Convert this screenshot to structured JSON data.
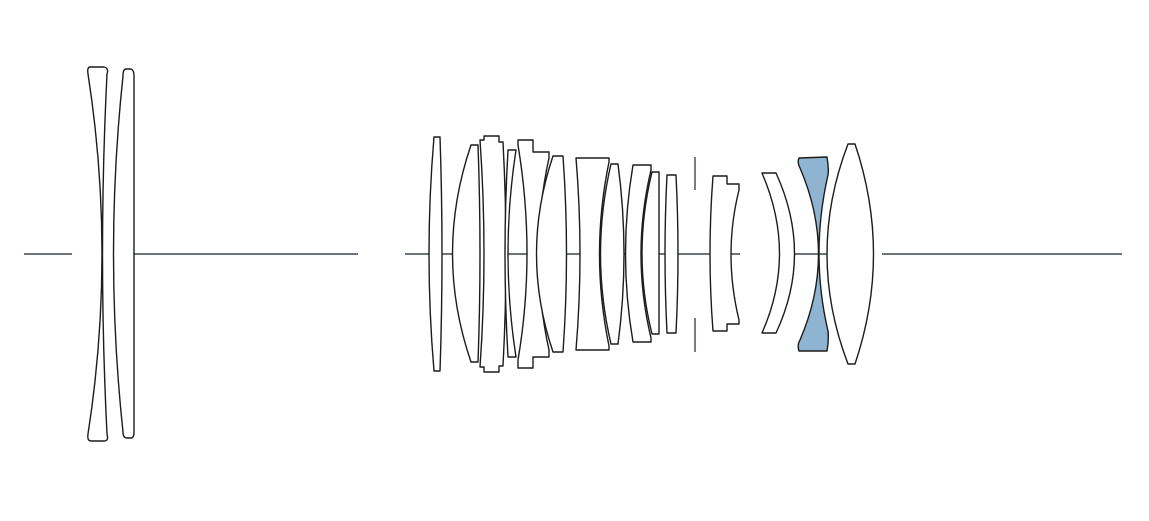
{
  "diagram": {
    "kind": "optical-lens-cross-section",
    "element_count": 20,
    "highlighted_element": "element-19",
    "colors": {
      "outline": "#1c1c1c",
      "axis": "#3d4652",
      "highlight_fill": "#8fb4d2",
      "background": "#ffffff"
    }
  }
}
